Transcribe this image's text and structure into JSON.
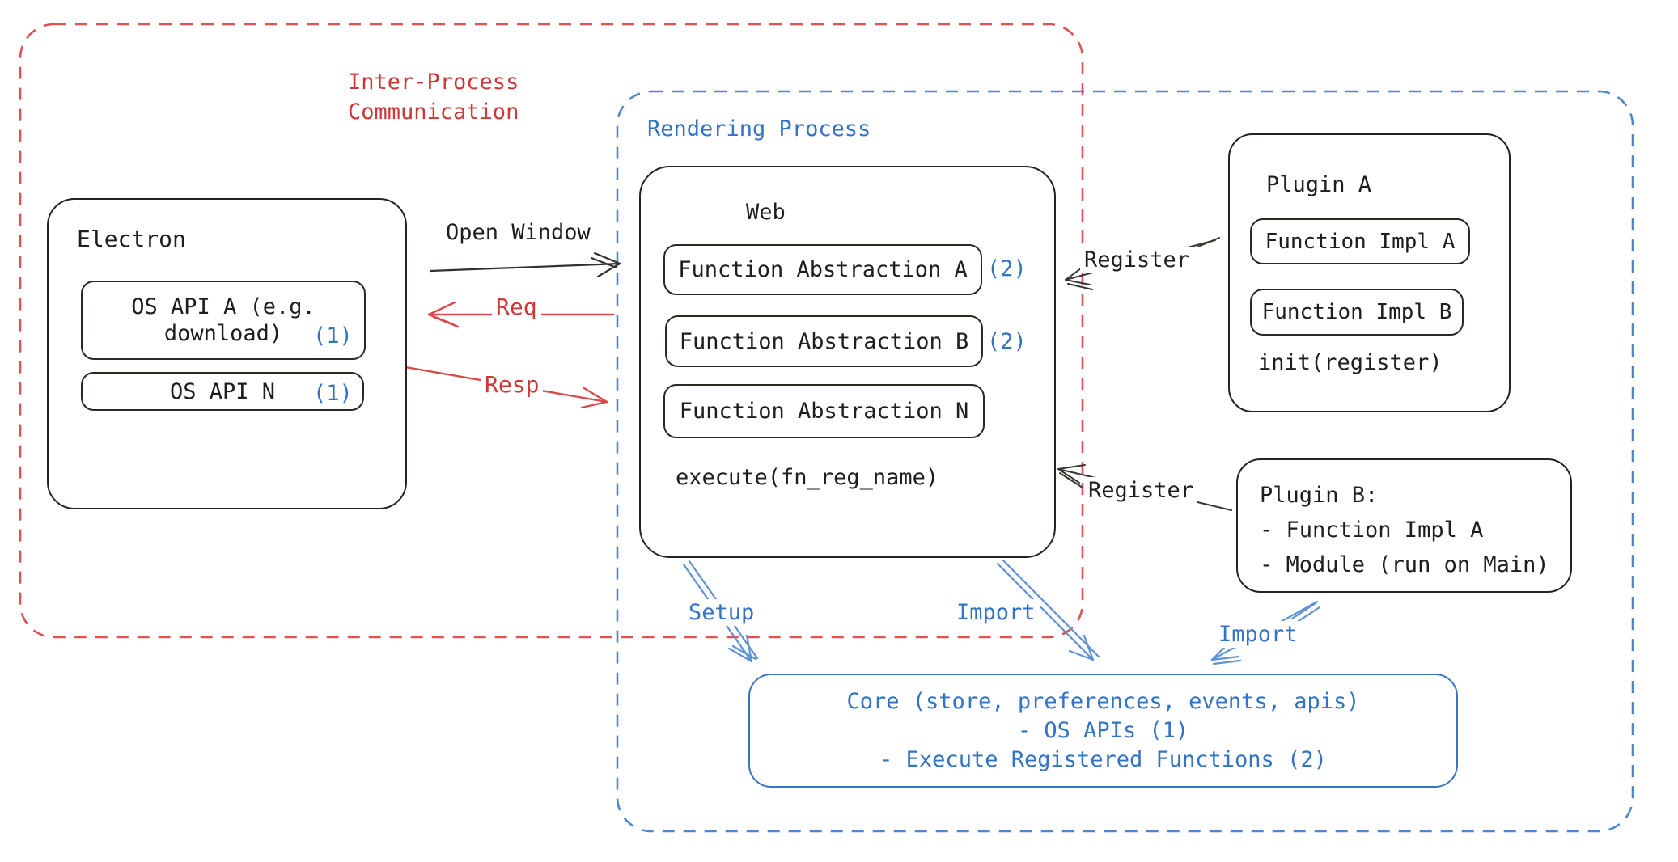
{
  "ipc": {
    "title_line1": "Inter-Process",
    "title_line2": "Communication"
  },
  "rendering": {
    "title": "Rendering Process"
  },
  "electron": {
    "title": "Electron",
    "os_api_a_line1": "OS API A (e.g.",
    "os_api_a_line2": "download)",
    "os_api_a_badge": "(1)",
    "os_api_n_label": "OS API N",
    "os_api_n_badge": "(1)"
  },
  "web": {
    "title": "Web",
    "fa_a": "Function Abstraction A",
    "fa_a_badge": "(2)",
    "fa_b": "Function Abstraction B",
    "fa_b_badge": "(2)",
    "fa_n": "Function Abstraction N",
    "execute_label": "execute(fn_reg_name)"
  },
  "plugin_a": {
    "title": "Plugin A",
    "impl_a": "Function Impl A",
    "impl_b": "Function Impl B",
    "init_label": "init(register)"
  },
  "plugin_b": {
    "title": "Plugin B:",
    "item_1": "- Function Impl A",
    "item_2": "- Module (run on Main)"
  },
  "core": {
    "line1": "Core (store, preferences, events, apis)",
    "line2": "- OS APIs (1)",
    "line3": "- Execute Registered Functions (2)"
  },
  "arrows": {
    "open_window": "Open Window",
    "req": "Req",
    "resp": "Resp",
    "register_top": "Register",
    "register_bottom": "Register",
    "setup": "Setup",
    "import_mid": "Import",
    "import_right": "Import"
  },
  "colors": {
    "black": "#1e1e1e",
    "red_text": "#cf3737",
    "red_dash": "#e05252",
    "blue_text": "#3273c5",
    "blue_dash": "#4f86cd",
    "blue_arrow": "#5f92d5"
  }
}
